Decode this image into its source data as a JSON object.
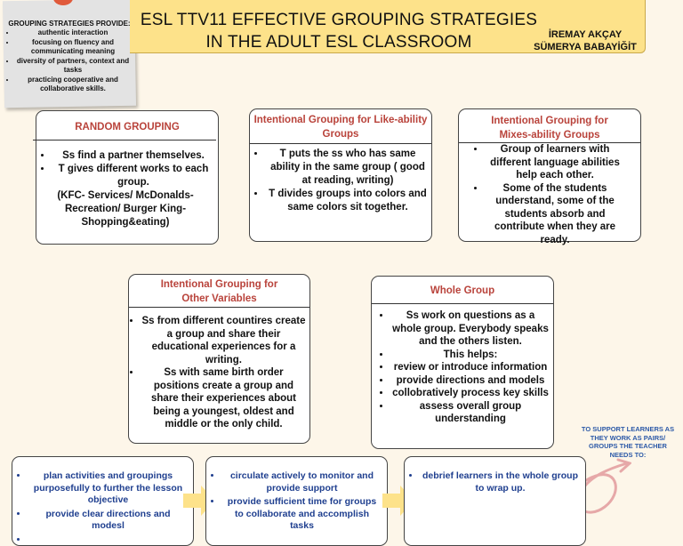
{
  "header": {
    "title": "ESL TTV11 EFFECTIVE GROUPING STRATEGIES IN THE ADULT ESL CLASSROOM",
    "authors": [
      "İREMAY AKÇAY",
      "SÜMERYA BABAYİĞİT"
    ]
  },
  "sticky_note": {
    "heading": "GROUPING STRATEGIES PROVIDE:",
    "items": [
      "authentic interaction",
      "focusing on fluency and communicating meaning",
      "diversity of partners, context and tasks",
      "practicing cooperative and collaborative skills."
    ]
  },
  "cards": {
    "random": {
      "title": "RANDOM GROUPING",
      "items": [
        "Ss find a partner themselves.",
        "T gives different works to each group."
      ],
      "extra": "(KFC- Services/ McDonalds- Recreation/ Burger King- Shopping&eating)"
    },
    "like": {
      "title": "Intentional Grouping for Like-ability Groups",
      "items": [
        "T puts the ss who has same ability in the same group ( good at reading, writing)",
        "T divides groups into colors and same colors sit together."
      ]
    },
    "mixed": {
      "title": "Intentional Grouping for Mixes-ability Groups",
      "items": [
        "Group of learners with different language abilities help each other.",
        "Some of the students understand, some of the students absorb and contribute when they are ready."
      ]
    },
    "other": {
      "title": "Intentional Grouping for Other Variables",
      "items": [
        "Ss from different countires create a group and share their educational experiences for a writing.",
        "Ss with same birth order positions create a group and share their experiences about being a youngest, oldest and middle or the only child."
      ]
    },
    "whole": {
      "title": "Whole Group",
      "items": [
        "Ss work on questions as a whole group. Everybody speaks and the others listen.",
        "This helps:",
        "review or introduce information",
        "provide directions and models",
        "collobratively process key skills",
        "assess overall group understanding"
      ]
    }
  },
  "teacher_note": "TO SUPPORT LEARNERS AS THEY WORK AS PAIRS/ GROUPS THE TEACHER NEEDS TO:",
  "steps": {
    "plan": [
      "plan activities and groupings purposefully to further the lesson objective",
      "provide clear directions and modesl",
      ""
    ],
    "monitor": [
      "circulate actively to monitor and provide support",
      "provide sufficient time for groups to collaborate and accomplish tasks"
    ],
    "debrief": [
      "debrief learners in the whole group to wrap up."
    ]
  },
  "colors": {
    "banner": "#fde28a",
    "card_title": "#b9433b",
    "step_text": "#1f3f8f",
    "arrow": "#fde28a",
    "swirl": "#e6a8a8"
  }
}
